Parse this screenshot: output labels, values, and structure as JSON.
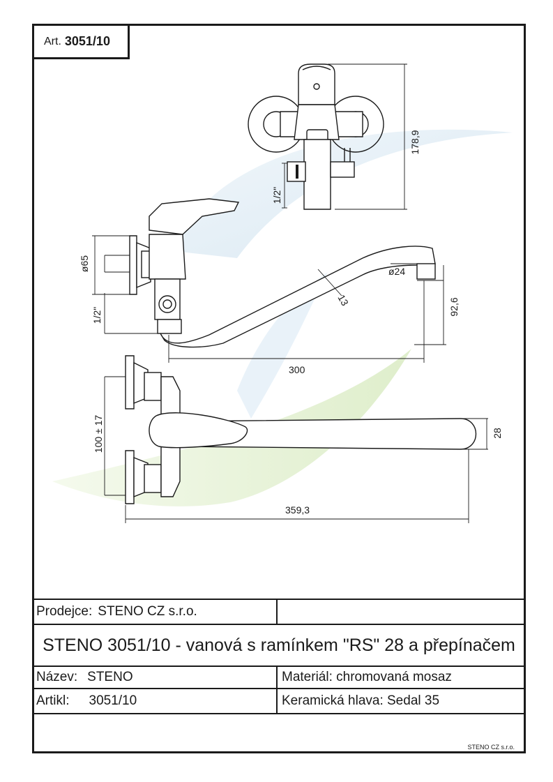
{
  "header": {
    "art_prefix": "Art.",
    "art_number": "3051/10"
  },
  "dimensions": {
    "top_height": "178,9",
    "top_thread": "1/2\"",
    "diam_65": "ø65",
    "side_thread": "1/2\"",
    "diam_24": "ø24",
    "angle_13": "13",
    "height_92": "92,6",
    "length_300": "300",
    "spacing": "100 ± 17",
    "width_28": "28",
    "length_359": "359,3"
  },
  "table": {
    "seller_label": "Prodejce:",
    "seller_value": "STENO CZ s.r.o.",
    "title": "STENO 3051/10 - vanová s ramínkem \"RS\" 28 a přepínačem",
    "name_label": "Název:",
    "name_value": "STENO",
    "material": "Materiál: chromovaná mosaz",
    "article_label": "Artikl:",
    "article_value": "3051/10",
    "ceramic": "Keramická hlava: Sedal 35",
    "footer": "STENO CZ s.r.o."
  },
  "colors": {
    "line": "#1a1a1a",
    "watermark_blue": "#d7e8f3",
    "watermark_green": "#dfeec9"
  }
}
